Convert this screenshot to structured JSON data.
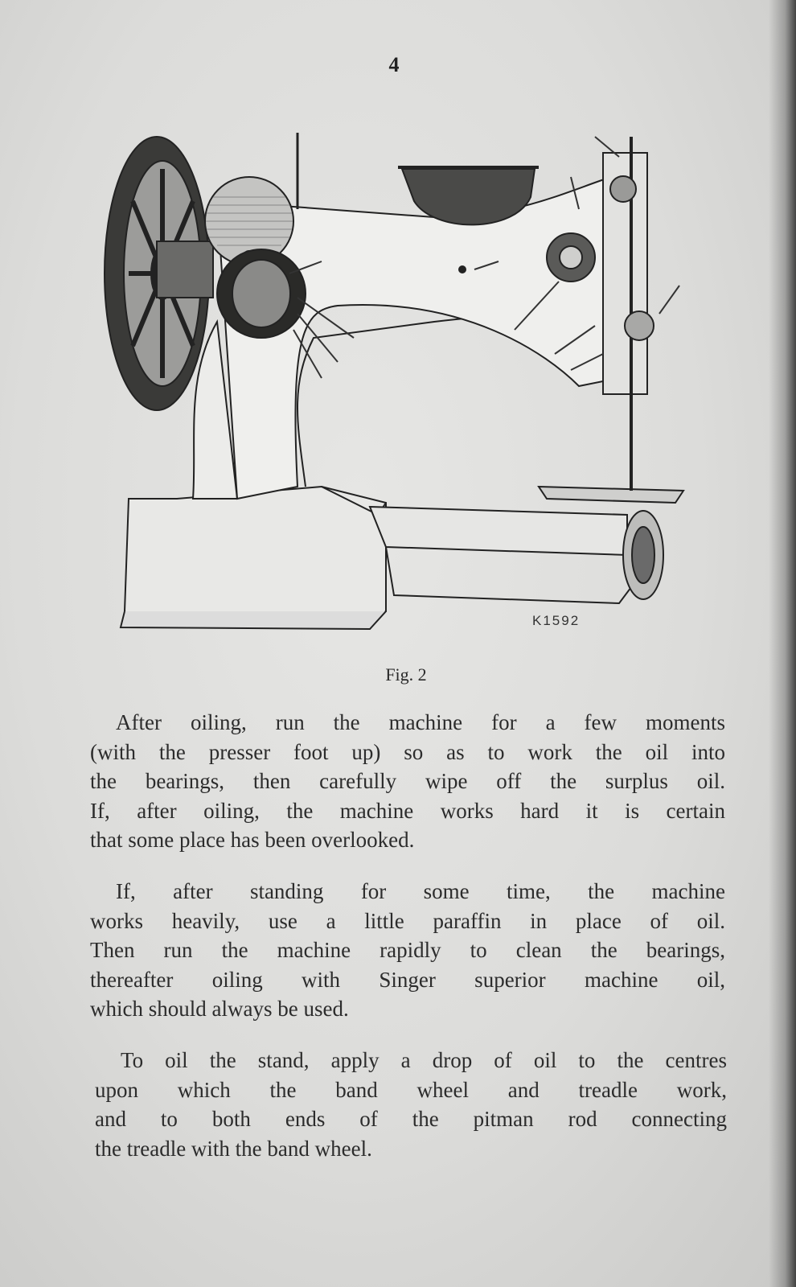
{
  "page_number": "4",
  "figure": {
    "code": "K1592",
    "caption": "Fig. 2"
  },
  "paragraphs": [
    {
      "lines": [
        "After oiling, run the machine for a few moments",
        "(with the presser foot up) so as to work the oil into",
        "the bearings, then carefully wipe off the surplus oil.",
        "If, after oiling, the machine works hard it is certain",
        "that some place has been overlooked."
      ]
    },
    {
      "lines": [
        "If, after standing for some time, the machine",
        "works heavily, use a little paraffin in place of oil.",
        "Then run the machine rapidly to clean the bearings,",
        "thereafter oiling with Singer superior machine oil,",
        "which should always be used."
      ]
    },
    {
      "lines": [
        "To oil the stand, apply a drop of oil to the centres",
        "upon which the band wheel and treadle work,",
        "and to both ends of the pitman rod connecting",
        "the treadle with the band wheel."
      ]
    }
  ]
}
